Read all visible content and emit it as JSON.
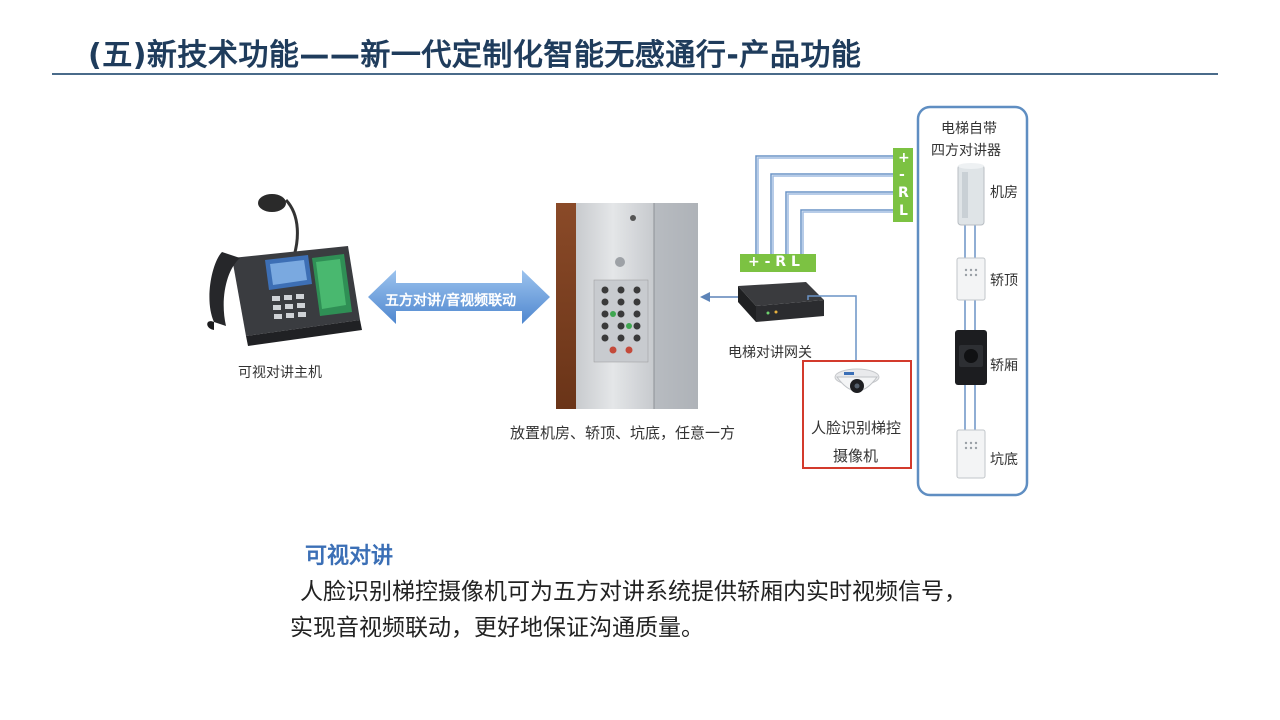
{
  "title": "(五)新技术功能——新一代定制化智能无感通行-产品功能",
  "diagram": {
    "phone_label": "可视对讲主机",
    "link_label": "五方对讲/音视频联动",
    "elevator_caption": "放置机房、轿顶、坑底，任意一方",
    "gateway_label": "电梯对讲网关",
    "gateway_terminals": "+ - R L",
    "column_terminals": [
      "+",
      "-",
      "R",
      "L"
    ],
    "camera_label_line1": "人脸识别梯控",
    "camera_label_line2": "摄像机",
    "panel_title_line1": "电梯自带",
    "panel_title_line2": "四方对讲器",
    "stations": [
      "机房",
      "轿顶",
      "轿厢",
      "坑底"
    ]
  },
  "section": {
    "heading": "可视对讲",
    "body": "人脸识别梯控摄像机可为五方对讲系统提供轿厢内实时视频信号，实现音视频联动，更好地保证沟通质量。"
  },
  "colors": {
    "title": "#1f3c5c",
    "accent_blue": "#3b6fb6",
    "terminal_green": "#7cc242",
    "camera_box_red": "#d33a2c",
    "panel_border": "#5f8ec2"
  }
}
